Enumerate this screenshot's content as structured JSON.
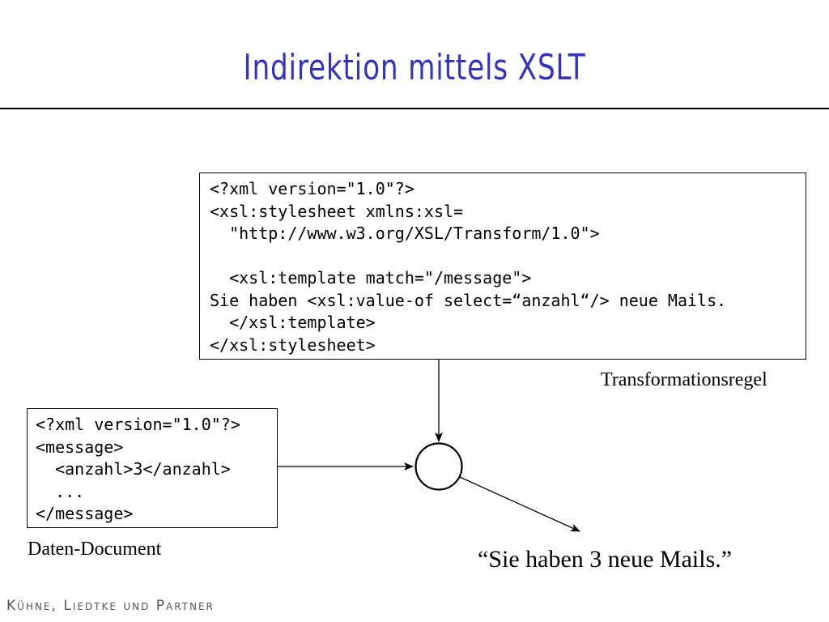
{
  "title": "Indirektion mittels XSLT",
  "xsl_box": {
    "lines": [
      "<?xml version=\"1.0\"?>",
      "<xsl:stylesheet xmlns:xsl=",
      "  \"http://www.w3.org/XSL/Transform/1.0\">",
      "",
      "  <xsl:template match=\"/message\">",
      "Sie haben <xsl:value-of select=“anzahl“/> neue Mails.",
      "  </xsl:template>",
      "</xsl:stylesheet>"
    ],
    "caption": "Transformationsregel"
  },
  "xml_box": {
    "lines": [
      "<?xml version=\"1.0\"?>",
      "<message>",
      "  <anzahl>3</anzahl>",
      "  ...",
      "</message>"
    ],
    "caption": "Daten-Document"
  },
  "result": "“Sie haben 3 neue Mails.”",
  "footer": "Kühne, Liedtke und Partner"
}
